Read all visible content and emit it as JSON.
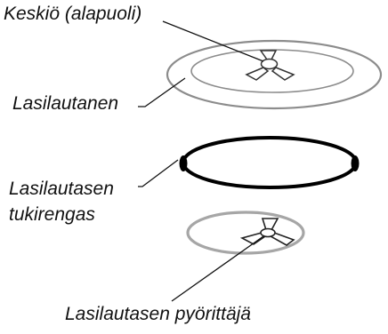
{
  "labels": {
    "hub": "Keskiö (alapuoli)",
    "glass_tray": "Lasilautanen",
    "ring_line1": "Lasilautasen",
    "ring_line2": "tukirengas",
    "roller": "Lasilautasen pyörittäjä"
  },
  "colors": {
    "text": "#111111",
    "plate_outline": "#8c8c8c",
    "ring_outline": "#000000",
    "roller_outline": "#a6a6a6",
    "leader_line": "#111111",
    "hub_outline": "#333333"
  }
}
